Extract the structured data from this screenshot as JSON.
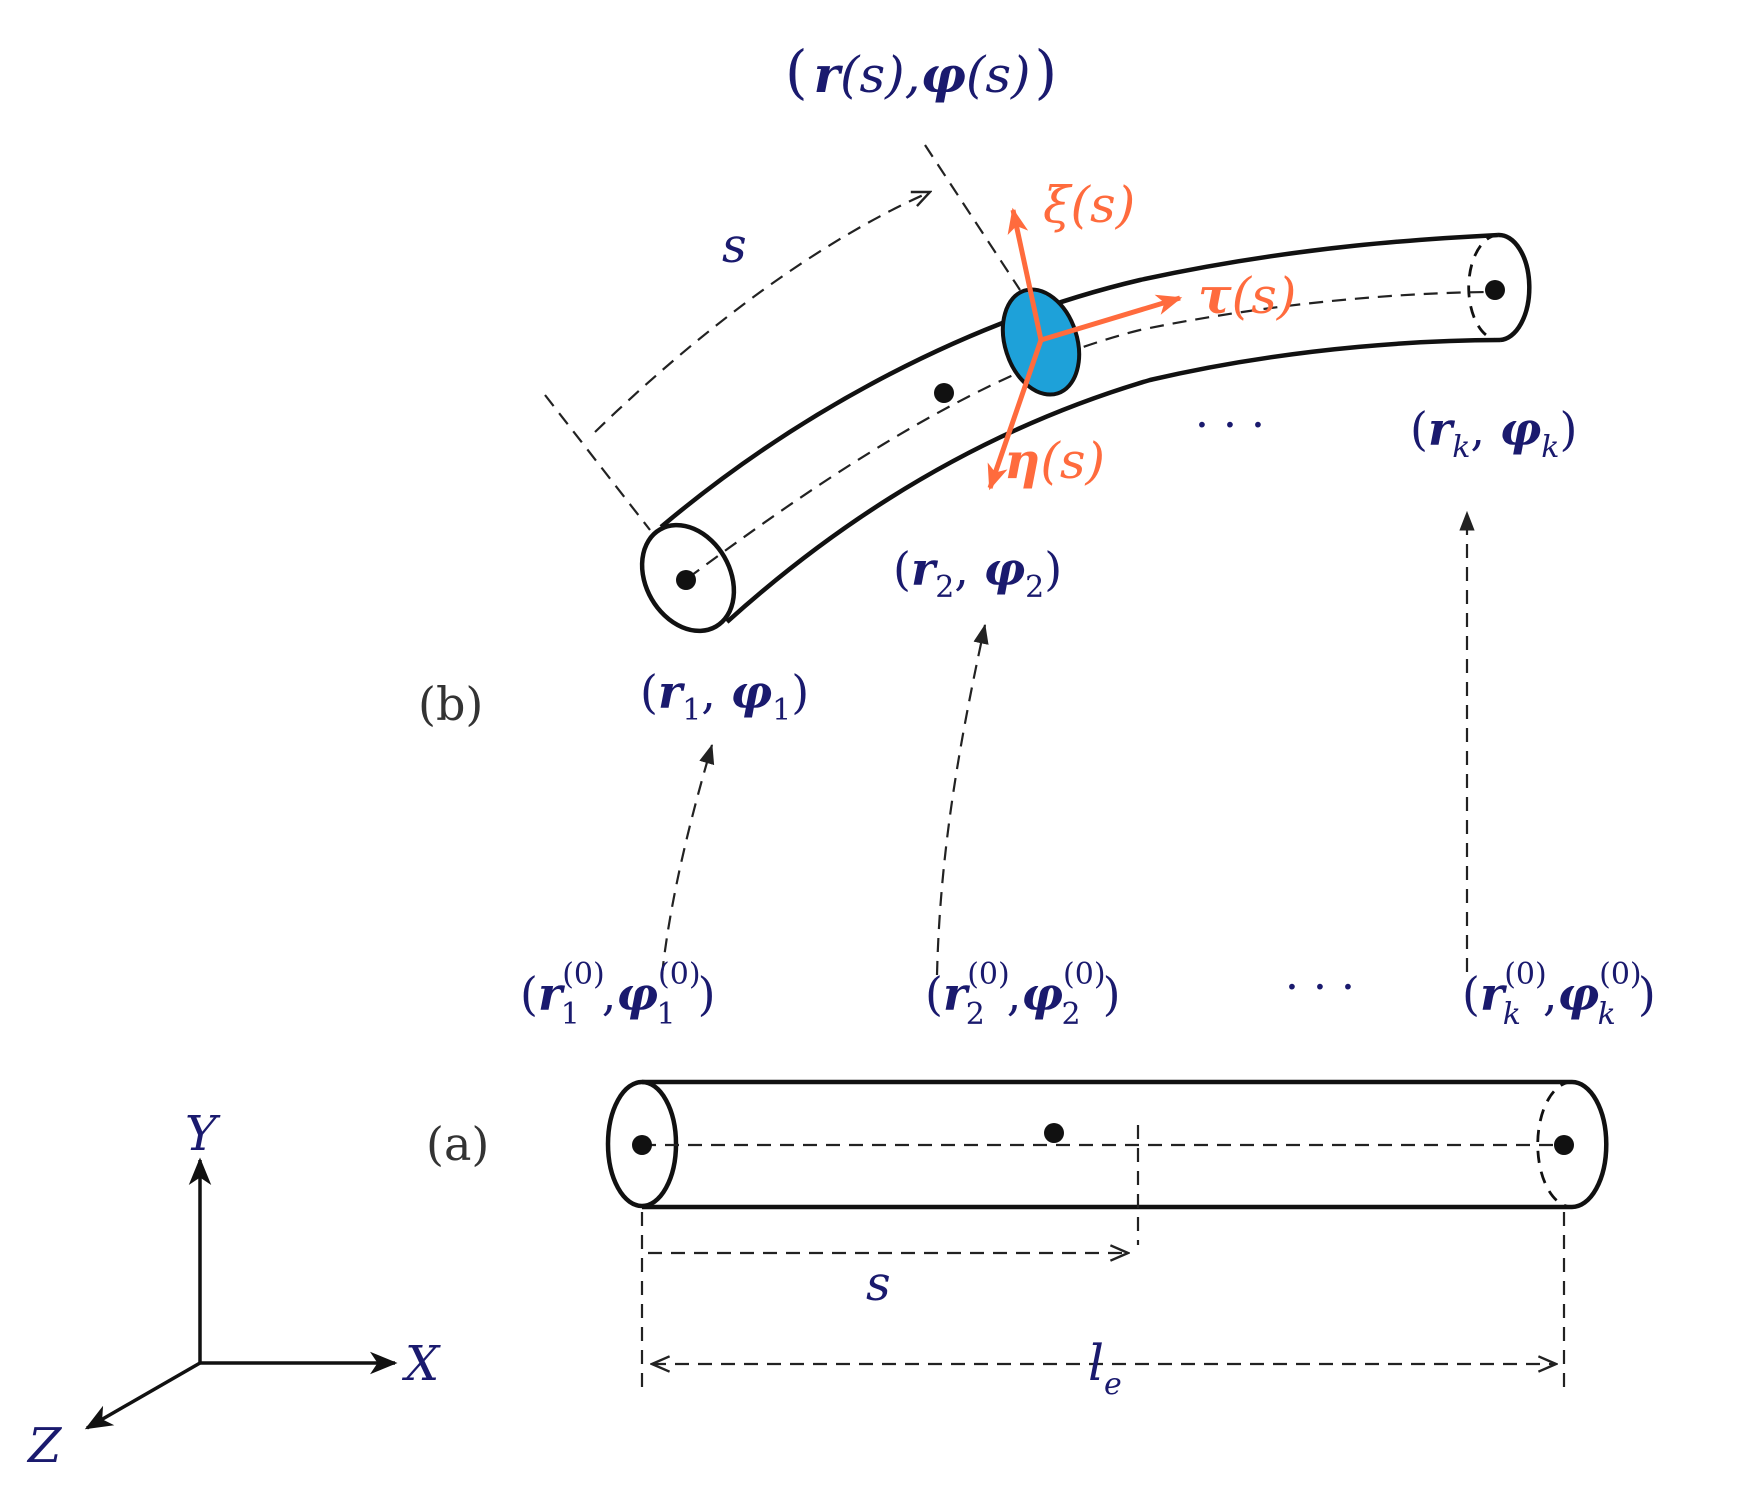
{
  "diagram": {
    "colors": {
      "line": "#111111",
      "frame": "#ff6b3d",
      "frame_text": "#ff6b3d",
      "cross_section": "#1ea1d9",
      "math_text": "#1a1a6e",
      "label_text": "#333333"
    },
    "panels": {
      "a": {
        "label": "(a)"
      },
      "b": {
        "label": "(b)"
      }
    },
    "straight_rod": {
      "nodes": [
        {
          "r": "r",
          "phi": "φ",
          "idx": "1",
          "sup": "(0)"
        },
        {
          "r": "r",
          "phi": "φ",
          "idx": "2",
          "sup": "(0)"
        },
        {
          "r": "r",
          "phi": "φ",
          "idx": "k",
          "sup": "(0)"
        }
      ],
      "ellipsis": "· · ·",
      "arc_length": "s",
      "length_main": "l",
      "length_sub": "e"
    },
    "bent_rod": {
      "nodes": [
        {
          "r": "r",
          "phi": "φ",
          "idx": "1"
        },
        {
          "r": "r",
          "phi": "φ",
          "idx": "2"
        },
        {
          "r": "r",
          "phi": "φ",
          "idx": "k"
        }
      ],
      "ellipsis": "· · ·",
      "arc_length": "s",
      "point_label": {
        "open": "(",
        "r": "r",
        "arg1": "(s),",
        "phi": "φ",
        "arg2": "(s)",
        "close": ")"
      },
      "frame": {
        "xi": "ξ",
        "tau": "τ",
        "eta": "η",
        "arg": "(s)"
      }
    },
    "axes": {
      "x": "X",
      "y": "Y",
      "z": "Z"
    }
  }
}
